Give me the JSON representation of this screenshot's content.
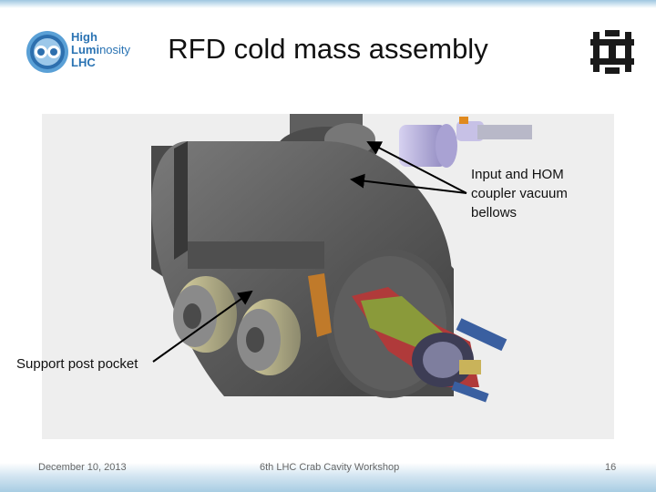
{
  "slide": {
    "title": "RFD cold mass assembly",
    "logo_left": {
      "icon": "high-luminosity-lhc-logo",
      "line1": "High",
      "line2_bold": "Lumi",
      "line2_light": "nosity",
      "line3": "LHC"
    },
    "logo_right": {
      "icon": "fermilab-logo"
    },
    "figure": {
      "icon": "rfd-cold-mass-cad-render"
    },
    "callouts": {
      "input_hom_line1": "Input and HOM",
      "input_hom_line2": "coupler vacuum",
      "input_hom_line3": "bellows",
      "support_post": "Support post pocket"
    }
  },
  "footer": {
    "date": "December 10, 2013",
    "workshop": "6th LHC Crab Cavity Workshop",
    "page_number": "16"
  },
  "colors": {
    "accent_blue": "#2a73b3",
    "vessel_gray": "#5b5b5b",
    "bracket_orange": "#c07a2a",
    "frame_red": "#b03a3a",
    "coupler_lavender": "#b9b3dd"
  }
}
